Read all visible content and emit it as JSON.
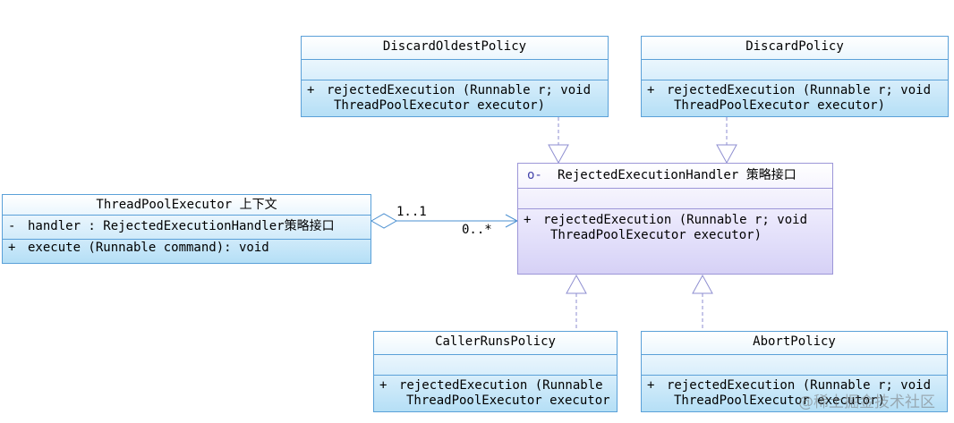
{
  "classes": {
    "discard_oldest": {
      "name": "DiscardOldestPolicy",
      "ops": [
        {
          "vis": "+",
          "line1": "rejectedExecution (Runnable r; void",
          "line2": "ThreadPoolExecutor executor)"
        }
      ]
    },
    "discard": {
      "name": "DiscardPolicy",
      "ops": [
        {
          "vis": "+",
          "line1": "rejectedExecution (Runnable r; void",
          "line2": "ThreadPoolExecutor executor)"
        }
      ]
    },
    "handler": {
      "stereo_icon": "o-",
      "name": "RejectedExecutionHandler 策略接口",
      "ops": [
        {
          "vis": "+",
          "line1": "rejectedExecution (Runnable r; void",
          "line2": "ThreadPoolExecutor executor)"
        }
      ]
    },
    "executor": {
      "name": "ThreadPoolExecutor 上下文",
      "attrs": [
        {
          "vis": "-",
          "text": "handler : RejectedExecutionHandler策略接口"
        }
      ],
      "ops": [
        {
          "vis": "+",
          "text": "execute (Runnable command): void"
        }
      ]
    },
    "caller_runs": {
      "name": "CallerRunsPolicy",
      "ops": [
        {
          "vis": "+",
          "line1": "rejectedExecution (Runnable",
          "line2": "ThreadPoolExecutor executor"
        }
      ]
    },
    "abort": {
      "name": "AbortPolicy",
      "ops": [
        {
          "vis": "+",
          "line1": "rejectedExecution (Runnable r; void",
          "line2": "ThreadPoolExecutor executor)"
        }
      ]
    }
  },
  "association": {
    "source_multiplicity": "1..1",
    "target_multiplicity": "0..*"
  },
  "watermark": "@稀土掘金技术社区"
}
